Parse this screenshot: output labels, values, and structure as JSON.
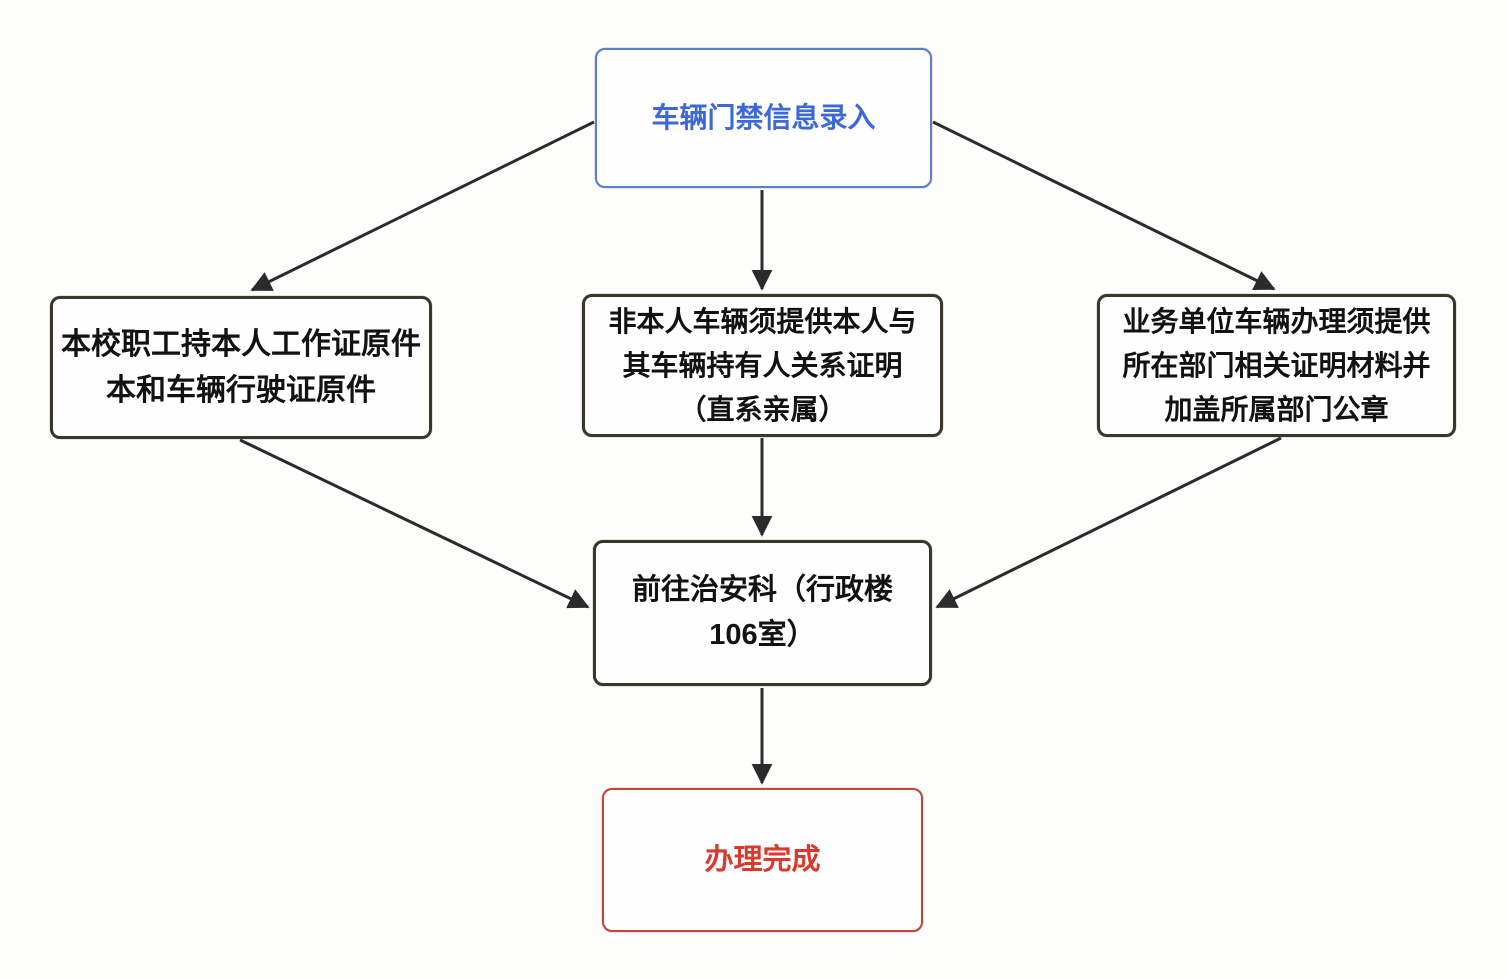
{
  "flowchart": {
    "nodes": {
      "start": {
        "id": "start",
        "text": "车辆门禁信息录入"
      },
      "staff": {
        "id": "staff",
        "line1": "本校职工持本人工作证原件",
        "line2": "本和车辆行驶证原件"
      },
      "relation": {
        "id": "relation",
        "line1": "非本人车辆须提供本人与",
        "line2": "其车辆持有人关系证明",
        "line3": "（直系亲属）"
      },
      "business": {
        "id": "business",
        "line1": "业务单位车辆办理须提供",
        "line2": "所在部门相关证明材料并",
        "line3": "加盖所属部门公章"
      },
      "office": {
        "id": "office",
        "line1": "前往治安科（行政楼",
        "line2": "106室）"
      },
      "done": {
        "id": "done",
        "text": "办理完成"
      }
    },
    "edges": [
      {
        "from": "start",
        "to": "staff"
      },
      {
        "from": "start",
        "to": "relation"
      },
      {
        "from": "start",
        "to": "business"
      },
      {
        "from": "staff",
        "to": "office"
      },
      {
        "from": "relation",
        "to": "office"
      },
      {
        "from": "business",
        "to": "office"
      },
      {
        "from": "office",
        "to": "done"
      }
    ],
    "colors": {
      "background": "#fdfdfc",
      "start_border": "#5b7ecf",
      "start_text": "#3c68d8",
      "default_border": "#3a362b",
      "default_text": "#121212",
      "done_border": "#c0483c",
      "done_text": "#d93a2b",
      "arrow": "#2b2b2b"
    }
  }
}
